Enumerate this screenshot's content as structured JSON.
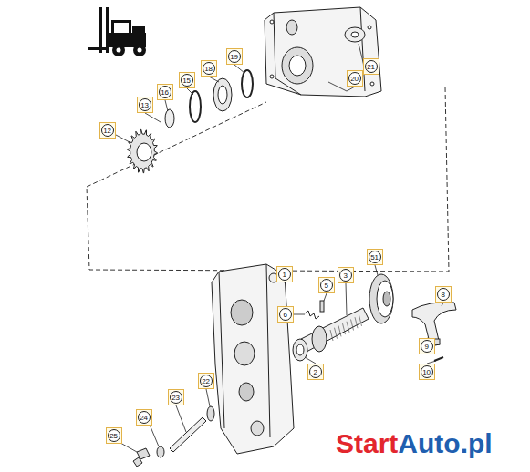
{
  "diagram": {
    "labels": [
      "21",
      "20",
      "19",
      "18",
      "15",
      "16",
      "13",
      "12",
      "1",
      "51",
      "3",
      "5",
      "6",
      "8",
      "2",
      "9",
      "10",
      "22",
      "23",
      "24",
      "25",
      "Start",
      "Auto.pl"
    ]
  }
}
